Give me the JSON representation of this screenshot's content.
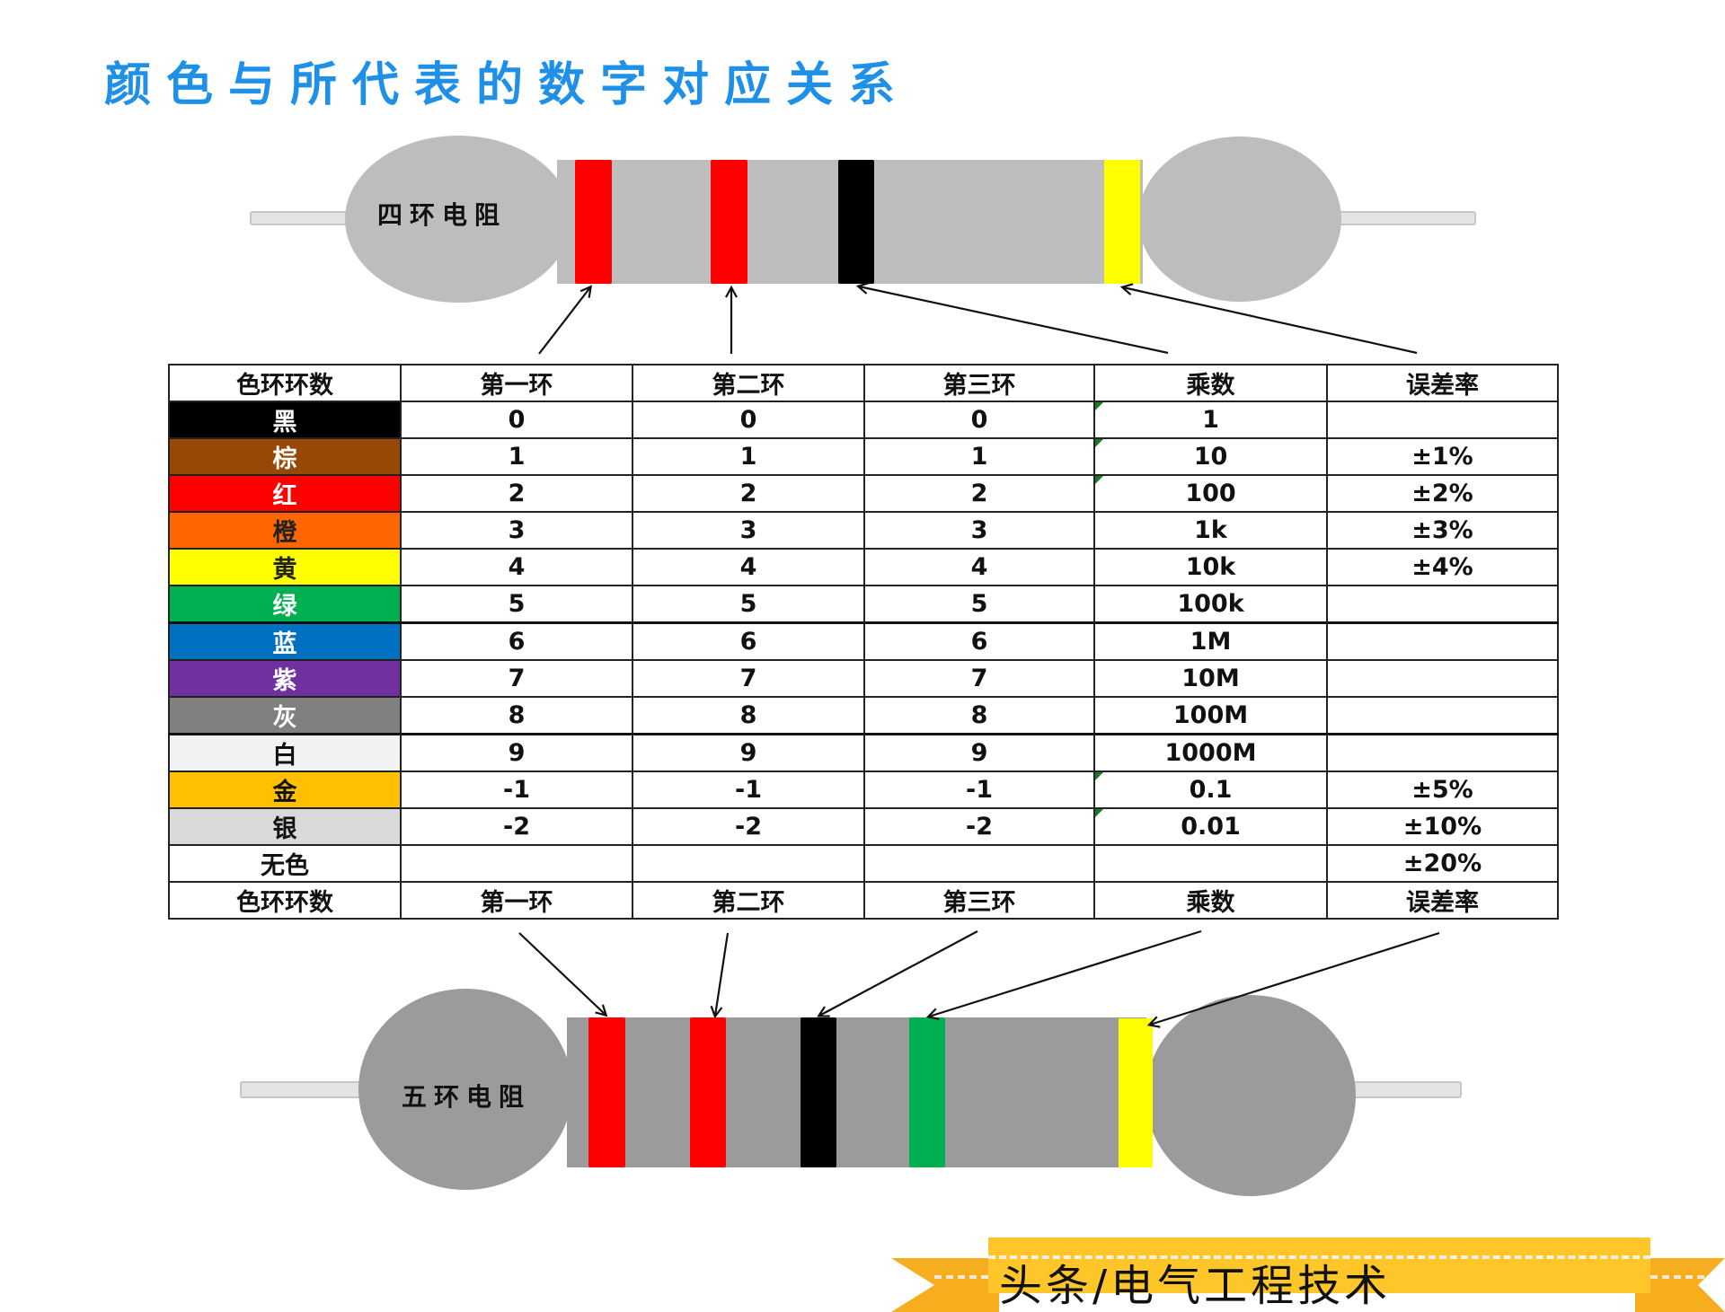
{
  "title": "颜色与所代表的数字对应关系",
  "resistor_four_band": {
    "label": "四环电阻",
    "body_color": "#BDBDBD",
    "bands": [
      {
        "position": "第一环",
        "color": "#FF0000"
      },
      {
        "position": "第二环",
        "color": "#FF0000"
      },
      {
        "position": "乘数",
        "color": "#000000"
      },
      {
        "position": "误差率",
        "color": "#FFFF00"
      }
    ]
  },
  "resistor_five_band": {
    "label": "五环电阻",
    "body_color": "#9B9B9B",
    "bands": [
      {
        "position": "第一环",
        "color": "#FF0000"
      },
      {
        "position": "第二环",
        "color": "#FF0000"
      },
      {
        "position": "第三环",
        "color": "#000000"
      },
      {
        "position": "乘数",
        "color": "#00B050"
      },
      {
        "position": "误差率",
        "color": "#FFFF00"
      }
    ]
  },
  "table": {
    "headers": [
      "色环环数",
      "第一环",
      "第二环",
      "第三环",
      "乘数",
      "误差率"
    ],
    "rows": [
      {
        "name": "黑",
        "bg": "#000000",
        "fg": "#FFFFFF",
        "d1": "0",
        "d2": "0",
        "d3": "0",
        "mult": "1",
        "tol": ""
      },
      {
        "name": "棕",
        "bg": "#974806",
        "fg": "#FFFFFF",
        "d1": "1",
        "d2": "1",
        "d3": "1",
        "mult": "10",
        "tol": "±1%"
      },
      {
        "name": "红",
        "bg": "#FF0000",
        "fg": "#FFFFFF",
        "d1": "2",
        "d2": "2",
        "d3": "2",
        "mult": "100",
        "tol": "±2%"
      },
      {
        "name": "橙",
        "bg": "#FF6600",
        "fg": "#222222",
        "d1": "3",
        "d2": "3",
        "d3": "3",
        "mult": "1k",
        "tol": "±3%"
      },
      {
        "name": "黄",
        "bg": "#FFFF00",
        "fg": "#222222",
        "d1": "4",
        "d2": "4",
        "d3": "4",
        "mult": "10k",
        "tol": "±4%"
      },
      {
        "name": "绿",
        "bg": "#00B050",
        "fg": "#FFFFFF",
        "d1": "5",
        "d2": "5",
        "d3": "5",
        "mult": "100k",
        "tol": ""
      },
      {
        "name": "蓝",
        "bg": "#0070C0",
        "fg": "#FFFFFF",
        "d1": "6",
        "d2": "6",
        "d3": "6",
        "mult": "1M",
        "tol": ""
      },
      {
        "name": "紫",
        "bg": "#7030A0",
        "fg": "#FFFFFF",
        "d1": "7",
        "d2": "7",
        "d3": "7",
        "mult": "10M",
        "tol": ""
      },
      {
        "name": "灰",
        "bg": "#808080",
        "fg": "#FFFFFF",
        "d1": "8",
        "d2": "8",
        "d3": "8",
        "mult": "100M",
        "tol": ""
      },
      {
        "name": "白",
        "bg": "#F2F2F2",
        "fg": "#111111",
        "d1": "9",
        "d2": "9",
        "d3": "9",
        "mult": "1000M",
        "tol": ""
      },
      {
        "name": "金",
        "bg": "#FFC000",
        "fg": "#111111",
        "d1": "-1",
        "d2": "-1",
        "d3": "-1",
        "mult": "0.1",
        "tol": "±5%"
      },
      {
        "name": "银",
        "bg": "#D9D9D9",
        "fg": "#111111",
        "d1": "-2",
        "d2": "-2",
        "d3": "-2",
        "mult": "0.01",
        "tol": "±10%"
      },
      {
        "name": "无色",
        "bg": "#FFFFFF",
        "fg": "#111111",
        "d1": "",
        "d2": "",
        "d3": "",
        "mult": "",
        "tol": "±20%"
      }
    ],
    "footer": [
      "色环环数",
      "第一环",
      "第二环",
      "第三环",
      "乘数",
      "误差率"
    ]
  },
  "banner": {
    "text": "头条/电气工程技术",
    "main_color": "#FFC629",
    "side_color": "#F6AE1E"
  }
}
